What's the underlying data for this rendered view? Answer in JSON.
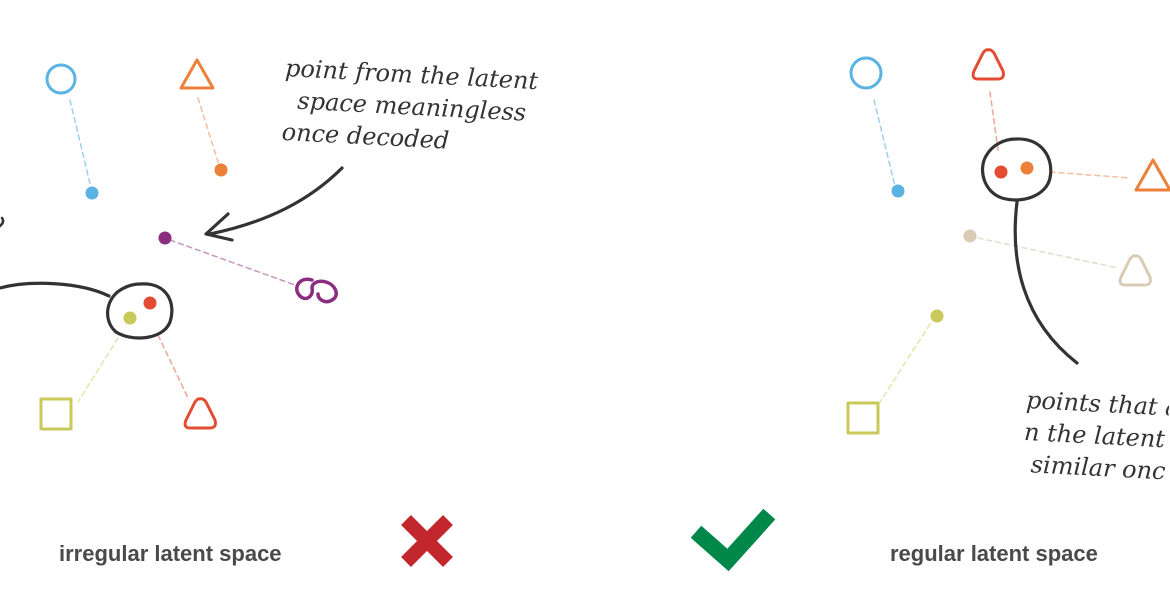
{
  "colors": {
    "blue": "#5ab3e2",
    "orange": "#ec7f3a",
    "purple": "#8c2e80",
    "red": "#e34b33",
    "olive": "#c9c95a",
    "beige": "#d9ccb4",
    "ink": "#333333",
    "cross": "#c1272d",
    "check": "#00874a"
  },
  "left": {
    "caption": "irregular latent space",
    "annotation": {
      "line1": "point from the latent",
      "line2": "space meaningless",
      "line3": "once decoded"
    },
    "status_icon": "cross-icon"
  },
  "right": {
    "caption": "regular latent space",
    "annotation": {
      "line1": "points that a",
      "line2": "in the latent",
      "line3": "similar onc"
    },
    "status_icon": "checkmark-icon"
  }
}
